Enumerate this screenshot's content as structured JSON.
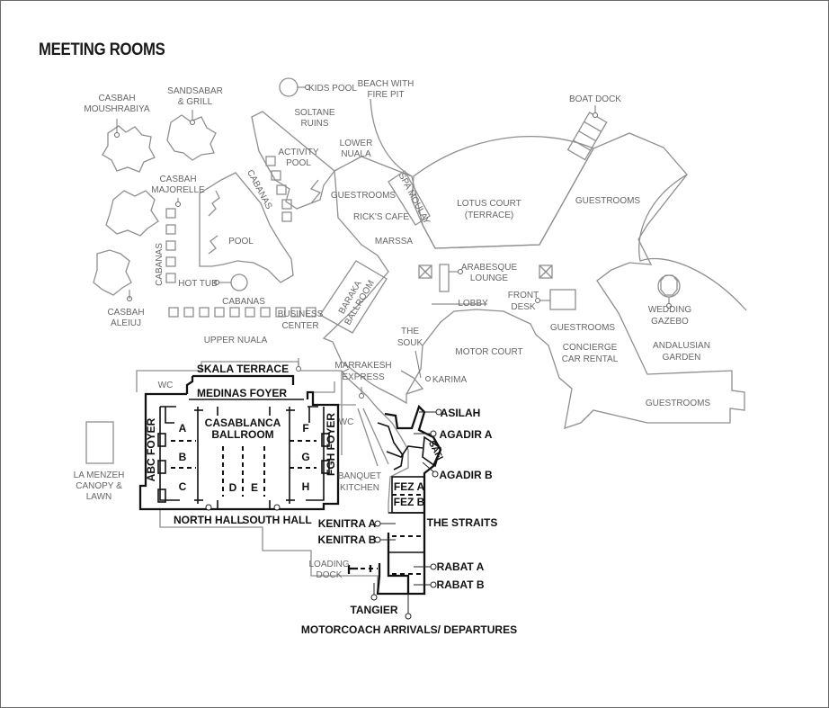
{
  "title": "MEETING ROOMS",
  "labels": {
    "casbah_moushrabiya": [
      "CASBAH",
      "MOUSHRABIYA"
    ],
    "sandsabar": [
      "SANDSABAR",
      "& GRILL"
    ],
    "kids_pool": "KIDS POOL",
    "beach": [
      "BEACH WITH",
      "FIRE PIT"
    ],
    "boat_dock": "BOAT DOCK",
    "soltane": [
      "SOLTANE",
      "RUINS"
    ],
    "activity_pool": [
      "ACTIVITY",
      "POOL"
    ],
    "lower_nuala": [
      "LOWER",
      "NUALA"
    ],
    "casbah_majorelle": [
      "CASBAH",
      "MAJORELLE"
    ],
    "cabanas_top": "CABANAS",
    "cabanas_left": "CABANAS",
    "cabanas_bottom": "CABANAS",
    "guestrooms_ricks": "GUESTROOMS",
    "spa_moulay": "SPA MOULAY",
    "lotus_court": [
      "LOTUS COURT",
      "(TERRACE)"
    ],
    "guestrooms_ne": "GUESTROOMS",
    "ricks_cafe": "RICK'S CAFE",
    "marssa": "MARSSA",
    "pool": "POOL",
    "hot_tub": "HOT TUB",
    "casbah_aleiuj": [
      "CASBAH",
      "ALEIUJ"
    ],
    "baraka": [
      "BARAKA",
      "BALLROOM"
    ],
    "arabesque": [
      "ARABESQUE",
      "LOUNGE"
    ],
    "lobby": "LOBBY",
    "front_desk": [
      "FRONT",
      "DESK"
    ],
    "wedding_gazebo": [
      "WEDDING",
      "GAZEBO"
    ],
    "upper_nuala": "UPPER NUALA",
    "business_center": [
      "BUSINESS",
      "CENTER"
    ],
    "the_souk": [
      "THE",
      "SOUK"
    ],
    "motor_court": "MOTOR COURT",
    "guestrooms_mid": "GUESTROOMS",
    "concierge": [
      "CONCIERGE",
      "CAR RENTAL"
    ],
    "andalusian": [
      "ANDALUSIAN",
      "GARDEN"
    ],
    "guestrooms_se": "GUESTROOMS",
    "marrakesh_express": [
      "MARRAKESH",
      "EXPRESS"
    ],
    "karima": "KARIMA",
    "wc_left": "WC",
    "wc_right": "WC",
    "banquet_kitchen": [
      "BANQUET",
      "KITCHEN"
    ],
    "la_menzeh": [
      "LA MENZEH",
      "CANOPY &",
      "LAWN"
    ],
    "loading_dock": [
      "LOADING",
      "DOCK"
    ]
  },
  "rooms": {
    "skala_terrace": "SKALA TERRACE",
    "medinas_foyer": "MEDINAS FOYER",
    "casablanca": [
      "CASABLANCA",
      "BALLROOM"
    ],
    "abc_foyer": "ABC FOYER",
    "fgh_foyer": "FGH FOYER",
    "a": "A",
    "b": "B",
    "c": "C",
    "d": "D",
    "e": "E",
    "f": "F",
    "g": "G",
    "h": "H",
    "north_hall": "NORTH HALL",
    "south_hall": "SOUTH HALL",
    "asilah": "ASILAH",
    "agadir_a": "AGADIR A",
    "agadir_b": "AGADIR B",
    "safi": "SAFI",
    "fez_a": "FEZ A",
    "fez_b": "FEZ B",
    "kenitra_a": "KENITRA A",
    "kenitra_b": "KENITRA B",
    "the_straits": "THE STRAITS",
    "rabat_a": "RABAT A",
    "rabat_b": "RABAT B",
    "tangier": "TANGIER",
    "motorcoach": "MOTORCOACH ARRIVALS/ DEPARTURES"
  }
}
